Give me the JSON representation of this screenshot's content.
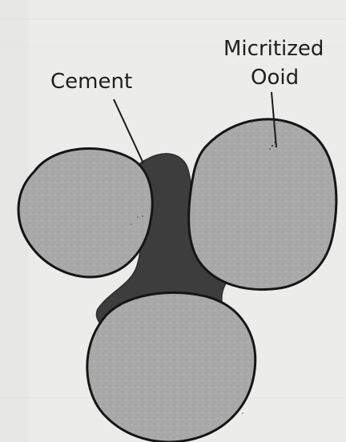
{
  "labels": {
    "cement": "Cement",
    "micritized": "Micritized",
    "ooid": "Ooid"
  }
}
